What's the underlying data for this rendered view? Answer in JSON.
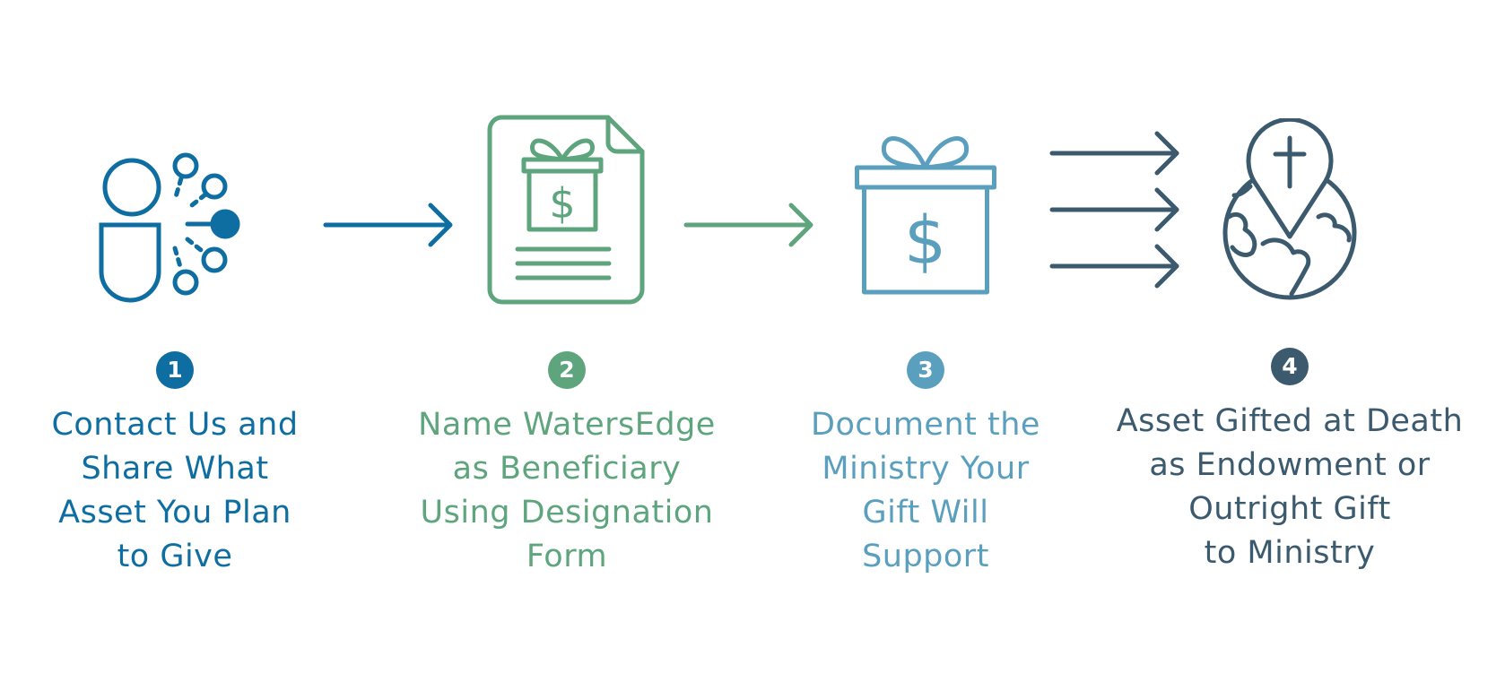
{
  "colors": {
    "step1": "#0f6ea1",
    "step2": "#5ea57e",
    "step3": "#5a9fbe",
    "step4": "#3c5a6e"
  },
  "steps": [
    {
      "number": "1",
      "icon": "person-network-icon",
      "lines": [
        "Contact Us and",
        "Share What",
        "Asset You Plan",
        "to Give"
      ]
    },
    {
      "number": "2",
      "icon": "gift-document-icon",
      "lines": [
        "Name WatersEdge",
        "as Beneficiary",
        "Using Designation",
        "Form"
      ]
    },
    {
      "number": "3",
      "icon": "gift-box-dollar-icon",
      "lines": [
        "Document the",
        "Ministry Your",
        "Gift Will",
        "Support"
      ]
    },
    {
      "number": "4",
      "icon": "globe-ministry-pin-icon",
      "lines": [
        "Asset Gifted at Death",
        "as Endowment or",
        "Outright Gift",
        "to Ministry"
      ]
    }
  ]
}
